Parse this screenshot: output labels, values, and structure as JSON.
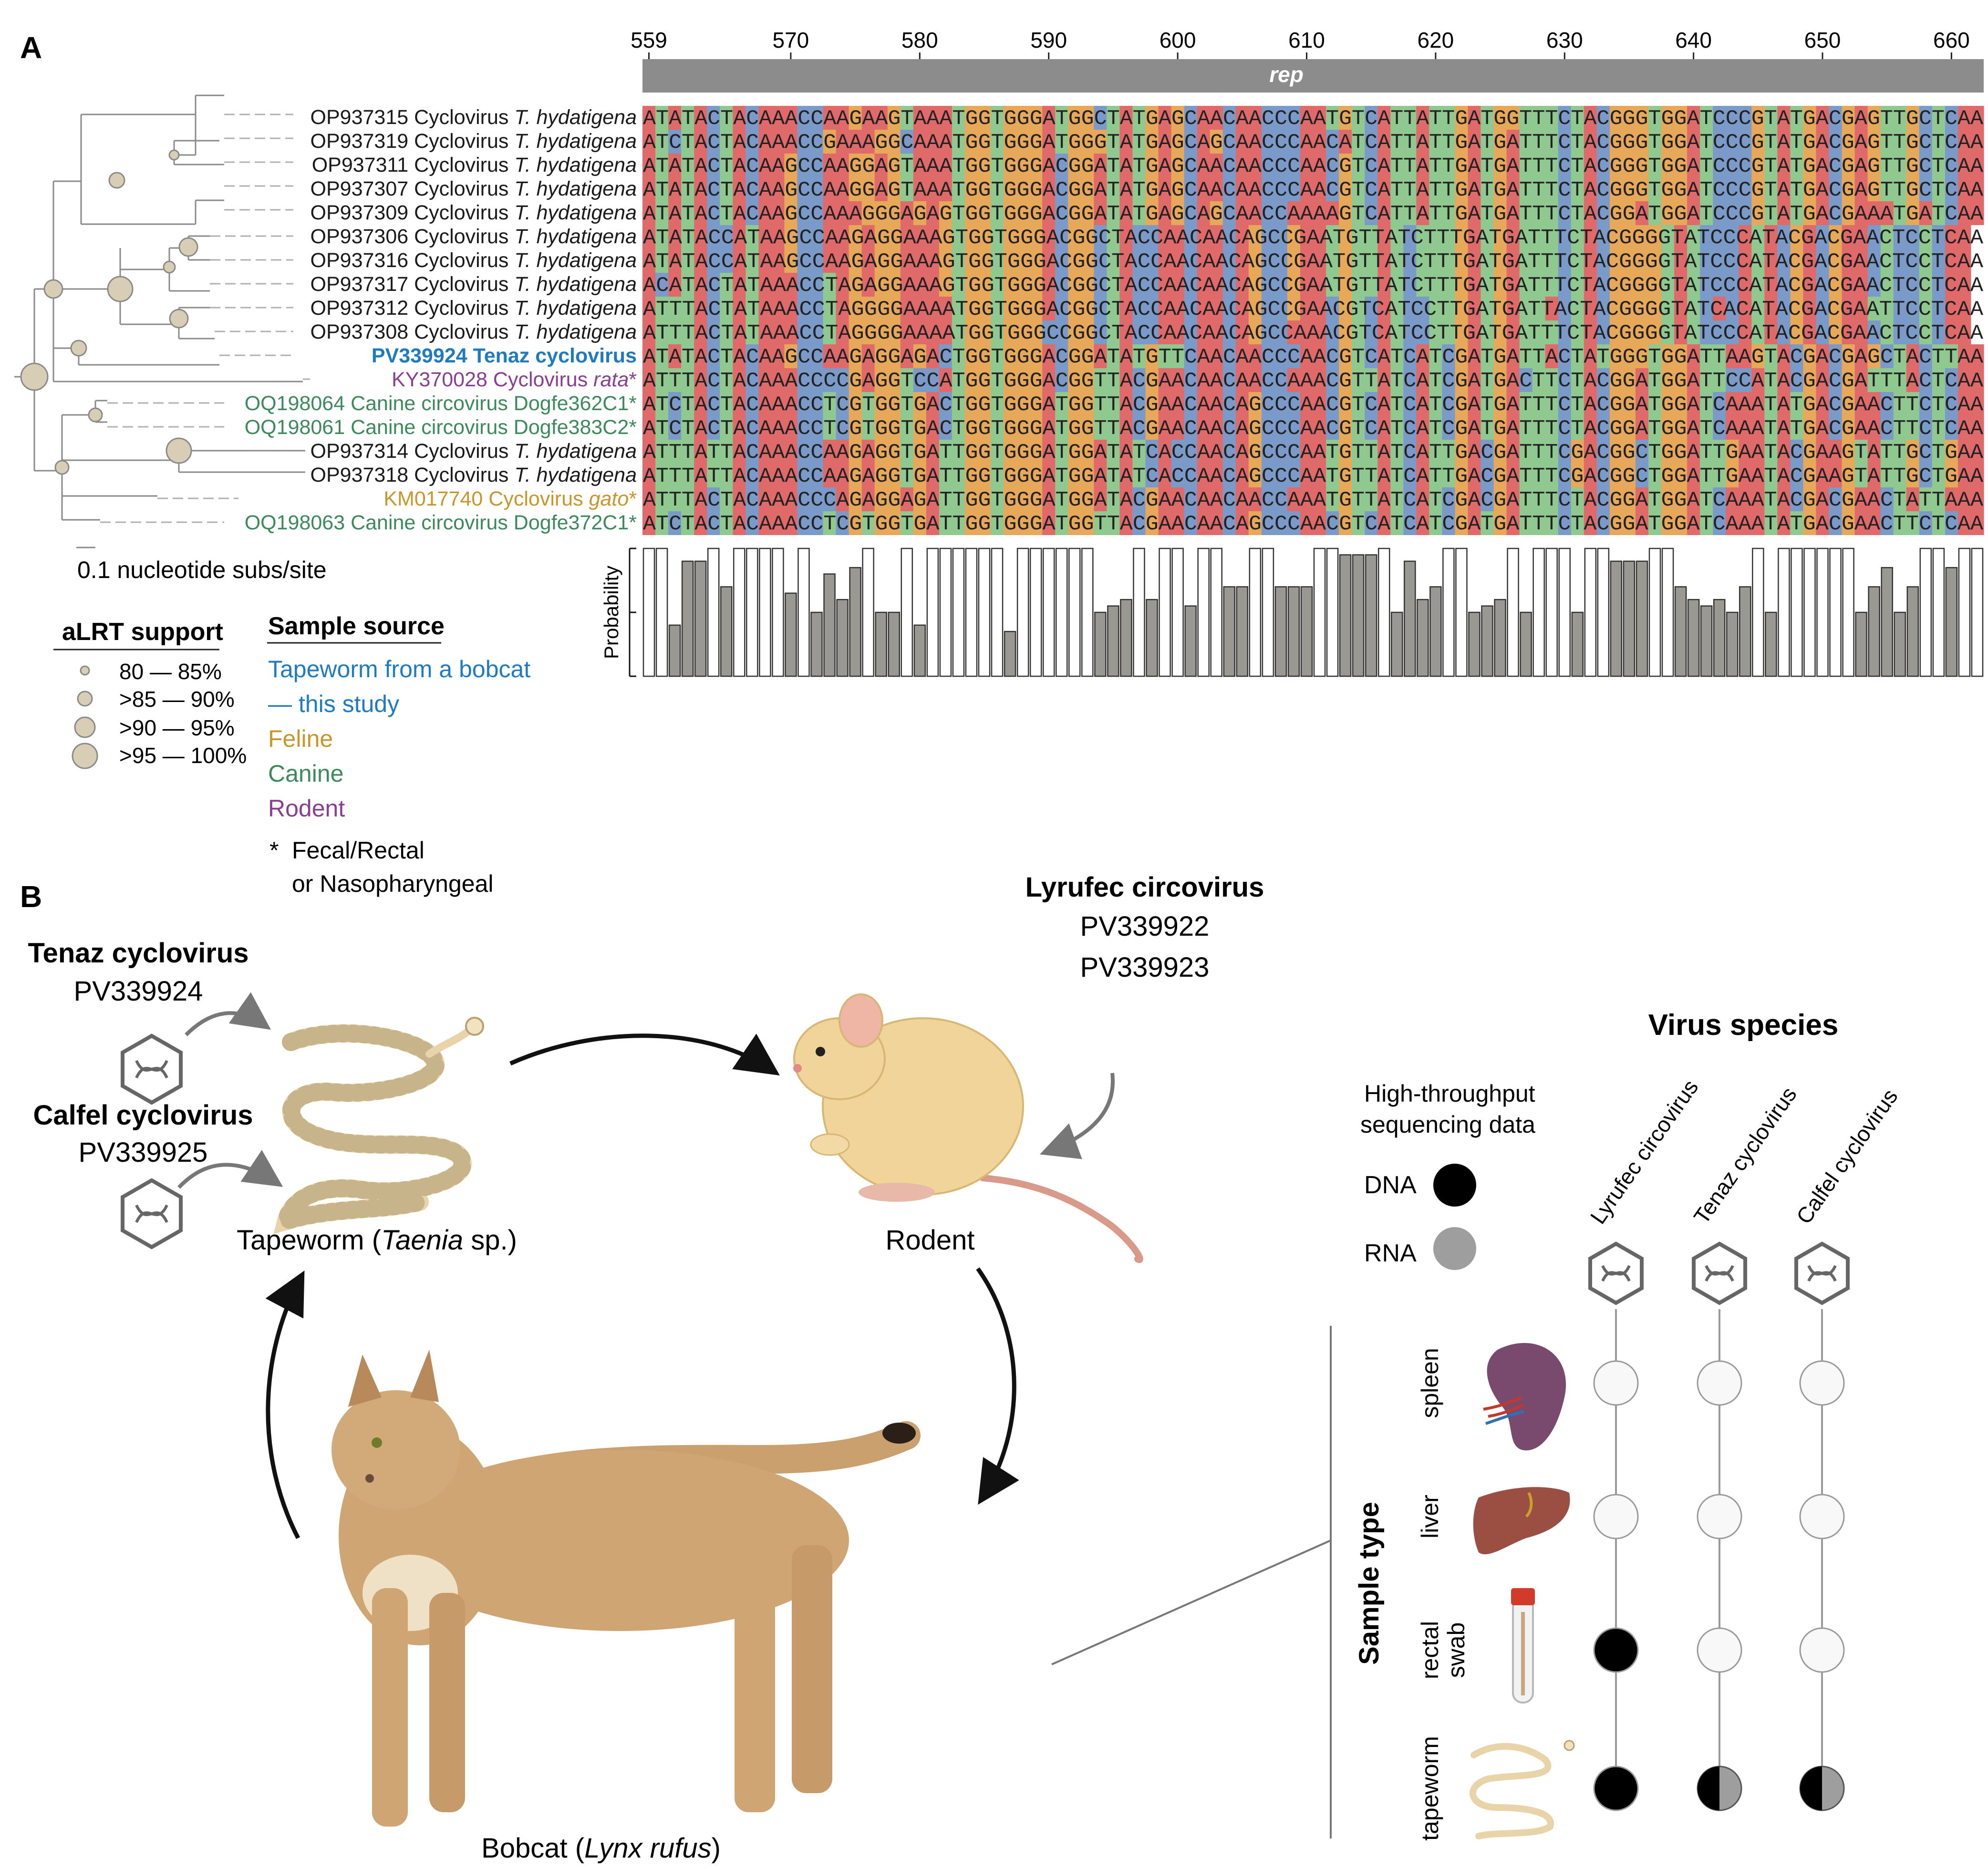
{
  "panels": {
    "a": "A",
    "b": "B"
  },
  "alignment": {
    "positions": [
      "559",
      "570",
      "580",
      "590",
      "600",
      "610",
      "620",
      "630",
      "640",
      "650",
      "660"
    ],
    "gene": "rep",
    "colors": {
      "A": "#e06a6a",
      "C": "#7a9bc9",
      "G": "#e8a85a",
      "T": "#8fc98f"
    },
    "rows": [
      {
        "acc": "OP937315",
        "name": "Cyclovirus",
        "sp": "T. hydatigena",
        "star": "",
        "grp": "none",
        "seq": "ATATACTACAAACCAAGAAGTAAATGGTGGGATGGCTATGAGCAACAACCCAATGTCATTATTGATGGTTTCTACGGGTGGATCCCGTATGACGAGTTGCTCAA"
      },
      {
        "acc": "OP937319",
        "name": "Cyclovirus",
        "sp": "T. hydatigena",
        "star": "",
        "grp": "none",
        "seq": "ATCTACTACAAACCGAAAGGCAAATGGTGGGATGGGTATGAGCAGCAACCCAACATCATTATTGATGATTTCTACGGGTGGATCCCGTATGACGAGTTGCTCAA"
      },
      {
        "acc": "OP937311",
        "name": "Cyclovirus",
        "sp": "T. hydatigena",
        "star": "",
        "grp": "none",
        "seq": "ATATACTACAAGCCAAGGAGTAAATGGTGGGACGGATATGAGCAACAACCCAACGTCATTATTGATGATTTCTACGGGTGGATCCCGTATGACGAGTTGCTCAA"
      },
      {
        "acc": "OP937307",
        "name": "Cyclovirus",
        "sp": "T. hydatigena",
        "star": "",
        "grp": "none",
        "seq": "ATATACTACAAGCCAAGGAGTAAATGGTGGGACGGATATGAGCAACAACCCAACGTCATTATTGATGATTTCTACGGGTGGATCCCGTATGACGAGTTGCTCAA"
      },
      {
        "acc": "OP937309",
        "name": "Cyclovirus",
        "sp": "T. hydatigena",
        "star": "",
        "grp": "none",
        "seq": "ATATACTACAAGCCAAAGGGAGAGTGGTGGGACGGATATGAGCAGCAACCAAAAGTCATTATTGATGATTTCTACGGATGGATCCCGTATGACGAAATGATCAA"
      },
      {
        "acc": "OP937306",
        "name": "Cyclovirus",
        "sp": "T. hydatigena",
        "star": "",
        "grp": "none",
        "seq": "ATATACCATAAGCCAAGAGGAAAGTGGTGGGACGGCTACCAACAACAGCCGAATGTTATCTTTGATGATTTCTACGGGGTATCCCATACGACGAACTCCTCAA"
      },
      {
        "acc": "OP937316",
        "name": "Cyclovirus",
        "sp": "T. hydatigena",
        "star": "",
        "grp": "none",
        "seq": "ATATACCATAAGCCAAGAGGAAAGTGGTGGGACGGCTACCAACAACAGCCGAATGTTATCTTTGATGATTTCTACGGGGTATCCCATACGACGAACTCCTCAA"
      },
      {
        "acc": "OP937317",
        "name": "Cyclovirus",
        "sp": "T. hydatigena",
        "star": "",
        "grp": "none",
        "seq": "ACATACTATAAACCTAGAGGAAAGTGGTGGGACGGCTACCAACAACAGCCGAATGTTATCTTTGATGATTTCTACGGGGTATCCCATACGACGAACTCCTCAA"
      },
      {
        "acc": "OP937312",
        "name": "Cyclovirus",
        "sp": "T. hydatigena",
        "star": "",
        "grp": "none",
        "seq": "ATTTACTATAAACCTAGGGGAAAATGGTGGGACGGCTACCAACAACAGCCGAACGTCATCCTTGATGATTACTACGGGGTATCACATACGACGAATTCCTCAA"
      },
      {
        "acc": "OP937308",
        "name": "Cyclovirus",
        "sp": "T. hydatigena",
        "star": "",
        "grp": "none",
        "seq": "ATTTACTATAAACCTAGGGGAAAATGGTGGGCCGGCTACCAACAACAGCCAAACGTCATCCTTGATGATTTCTACGGGGTATCCCATACGACGAACTCCTCAA"
      },
      {
        "acc": "PV339924",
        "name": "Tenaz cyclovirus",
        "sp": "",
        "star": "",
        "grp": "study",
        "seq": "ATATACTACAAGCCAAGAGGAGACTGGTGGGACGGATATGTTCAACAACCCAACGTCATCATCGATGATTACTATGGGTGGATTAAGTACGACGAGCTACTTAA"
      },
      {
        "acc": "KY370028",
        "name": "Cyclovirus",
        "sp": "rata",
        "star": "*",
        "grp": "rodent",
        "seq": "ATTTACTACAAACCCCGAGGTCCATGGTGGGACGGTTACGAACAACAACCAAACGTTATCATCGATGACTTCTACGGATGGATTCCATACGACGATTTACTCAA"
      },
      {
        "acc": "OQ198064",
        "name": "Canine circovirus Dogfe362C1",
        "sp": "",
        "star": "*",
        "grp": "canine",
        "seq": "ATCTACTACAAACCTCGTGGTGACTGGTGGGATGGTTACGAACAACAGCCCAACGTCATCATCGATGATTTCTACGGATGGATCAAATATGACGAACTTCTCAA"
      },
      {
        "acc": "OQ198061",
        "name": "Canine circovirus Dogfe383C2",
        "sp": "",
        "star": "*",
        "grp": "canine",
        "seq": "ATCTACTACAAACCTCGTGGTGACTGGTGGGATGGTTACGAACAACAGCCCAACGTCATCATCGATGATTTCTACGGATGGATCAAATATGACGAACTTCTCAA"
      },
      {
        "acc": "OP937314",
        "name": "Cyclovirus",
        "sp": "T. hydatigena",
        "star": "",
        "grp": "none",
        "seq": "ATTTATTACAAACCAAGAGGTGATTGGTGGGATGGATATCACCAACAGCCCAATGTTATCATTGACGATTTCGACGGCTGGATTGAATACGAAGTATTGCTGAA"
      },
      {
        "acc": "OP937318",
        "name": "Cyclovirus",
        "sp": "T. hydatigena",
        "star": "",
        "grp": "none",
        "seq": "ATTTATTACAAACCAAGAGGTGATTGGTGGGATGGATATCACCAACAGCCCAATGTTATCATTGACGATTTCGACGGCTGGATTGAATACGAAGTATTGCTGAA"
      },
      {
        "acc": "KM017740",
        "name": "Cyclovirus",
        "sp": "gato",
        "star": "*",
        "grp": "feline",
        "seq": "ATTTACTACAAACCCAGAGGAGATTGGTGGGATGGATACGAACAACAACCAAATGTTATCATCGACGATTTCTACGGATGGATCAAATACGACGAACTATTAAA"
      },
      {
        "acc": "OQ198063",
        "name": "Canine circovirus Dogfe372C1",
        "sp": "",
        "star": "*",
        "grp": "canine",
        "seq": "ATCTACTACAAACCTCGTGGTGATTGGTGGGATGGTTACGAACAACAGCCCAACGTCATCATCGATGATTTCTACGGATGGATCAAATATGACGAACTTCTCAA"
      }
    ],
    "probability_label": "Probability",
    "probabilities": [
      1,
      1,
      0.4,
      0.9,
      0.9,
      1,
      0.7,
      1,
      1,
      1,
      1,
      0.65,
      1,
      0.5,
      0.8,
      0.6,
      0.85,
      1,
      0.5,
      0.5,
      1,
      0.4,
      1,
      1,
      1,
      1,
      1,
      1,
      0.35,
      1,
      1,
      1,
      1,
      1,
      1,
      0.5,
      0.55,
      0.6,
      1,
      0.6,
      1,
      1,
      0.55,
      1,
      1,
      0.7,
      0.7,
      1,
      1,
      0.7,
      0.7,
      0.7,
      1,
      1,
      0.95,
      0.95,
      0.95,
      1,
      0.5,
      0.9,
      0.6,
      0.7,
      1,
      1,
      0.5,
      0.55,
      0.6,
      1,
      0.5,
      1,
      1,
      1,
      0.5,
      1,
      1,
      0.9,
      0.9,
      0.9,
      1,
      1,
      0.7,
      0.6,
      0.55,
      0.6,
      0.5,
      0.7,
      1,
      0.5,
      1,
      1,
      1,
      1,
      1,
      1,
      0.5,
      0.7,
      0.85,
      0.5,
      0.7,
      1,
      1,
      0.85,
      1,
      1
    ]
  },
  "tree": {
    "scale_label": "0.1 nucleotide subs/site",
    "alrt_title": "aLRT support",
    "alrt_items": [
      "80 — 85%",
      ">85 — 90%",
      ">90 — 95%",
      ">95 — 100%"
    ],
    "source_title": "Sample source",
    "source_items": [
      {
        "label": "Tapeworm from a bobcat",
        "color": "#1f7bbf"
      },
      {
        "label": "— this study",
        "color": "#1f7bbf"
      },
      {
        "label": "Feline",
        "color": "#c8962a"
      },
      {
        "label": "Canine",
        "color": "#3c8a5c"
      },
      {
        "label": "Rodent",
        "color": "#8a3e8f"
      }
    ],
    "note_star": "*",
    "note_lines": [
      "Fecal/Rectal",
      "or Nasopharyngeal"
    ]
  },
  "panel_b": {
    "tenaz_name": "Tenaz cyclovirus",
    "tenaz_acc": "PV339924",
    "calfel_name": "Calfel cyclovirus",
    "calfel_acc": "PV339925",
    "lyrufec_name": "Lyrufec circovirus",
    "lyrufec_acc1": "PV339922",
    "lyrufec_acc2": "PV339923",
    "tapeworm_pre": "Tapeworm (",
    "tapeworm_it": "Taenia",
    "tapeworm_post": " sp.)",
    "rodent_label": "Rodent",
    "bobcat_pre": "Bobcat (",
    "bobcat_it": "Lynx rufus",
    "bobcat_post": ")"
  },
  "matrix": {
    "title": "Virus species",
    "legend_title": [
      "High-throughput",
      "sequencing data"
    ],
    "dna_label": "DNA",
    "rna_label": "RNA",
    "axis_label": "Sample type",
    "columns": [
      "Lyrufec circovirus",
      "Tenaz cyclovirus",
      "Calfel cyclovirus"
    ],
    "rows": [
      {
        "label": [
          "spleen"
        ],
        "cells": [
          "none",
          "none",
          "none"
        ]
      },
      {
        "label": [
          "liver"
        ],
        "cells": [
          "none",
          "none",
          "none"
        ]
      },
      {
        "label": [
          "rectal",
          "swab"
        ],
        "cells": [
          "dna",
          "none",
          "none"
        ]
      },
      {
        "label": [
          "tapeworm"
        ],
        "cells": [
          "dna",
          "dna+rna",
          "dna+rna"
        ]
      }
    ],
    "colors": {
      "dna": "#000000",
      "rna": "#9e9e9e",
      "none": "#f7f8f7"
    }
  }
}
